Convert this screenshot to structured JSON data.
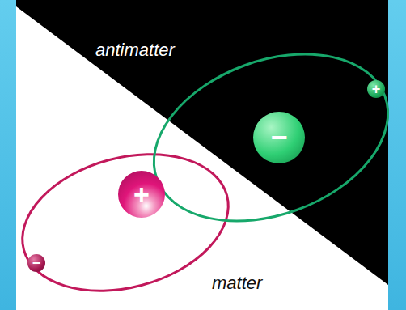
{
  "diagram": {
    "nodes": [
      {
        "text": [
          "+"
        ]
      },
      {
        "text": [
          "−"
        ]
      },
      {
        "text": [
          "+"
        ]
      },
      {
        "text": [
          "−"
        ]
      }
    ],
    "labels": [
      "antimatter",
      "matter"
    ]
  }
}
